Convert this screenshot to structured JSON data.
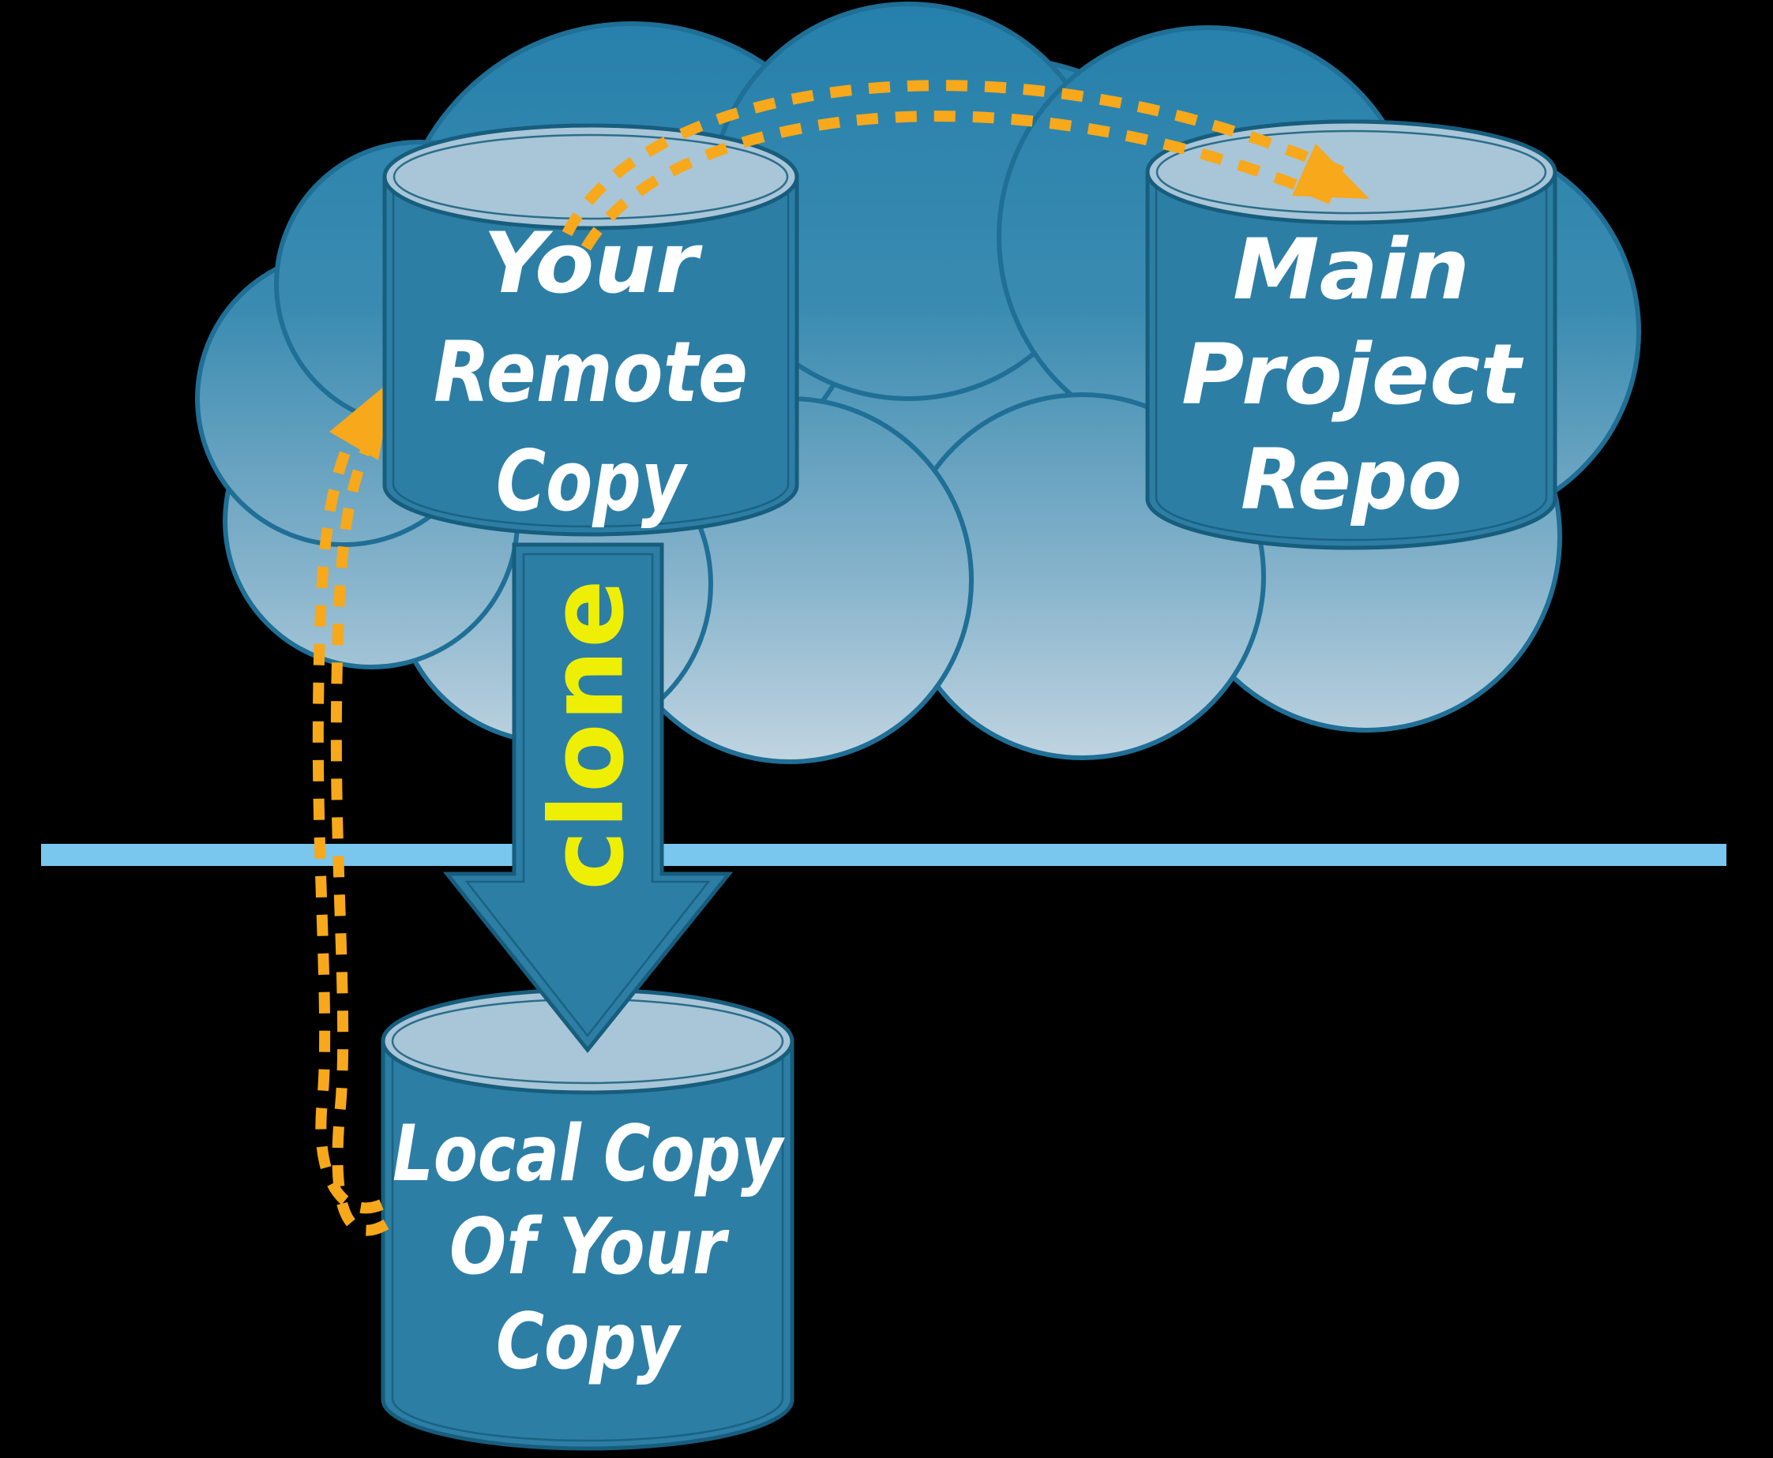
{
  "nodes": {
    "your_remote_copy": {
      "lines": [
        "Your",
        "Remote",
        "Copy"
      ]
    },
    "main_project_repo": {
      "lines": [
        "Main",
        "Project",
        "Repo"
      ]
    },
    "local_copy": {
      "lines": [
        "Local Copy",
        "Of Your",
        "Copy"
      ]
    }
  },
  "arrows": {
    "clone_label": "clone"
  },
  "colors": {
    "background": "#000000",
    "cloud_top": "#2580AB",
    "cloud_mid": "#3A8BB1",
    "cloud_light": "#86B3CB",
    "cloud_bottom": "#C2D5E2",
    "cloud_outline": "#1F6F96",
    "cylinder_body": "#2D7EA5",
    "cylinder_top": "#A8C6D8",
    "cylinder_outline": "#175D7D",
    "dash_orange": "#F7A81B",
    "clone_yellow": "#EFEF06",
    "divider_blue": "#79C7EF",
    "label_white": "#FFFFFF"
  }
}
